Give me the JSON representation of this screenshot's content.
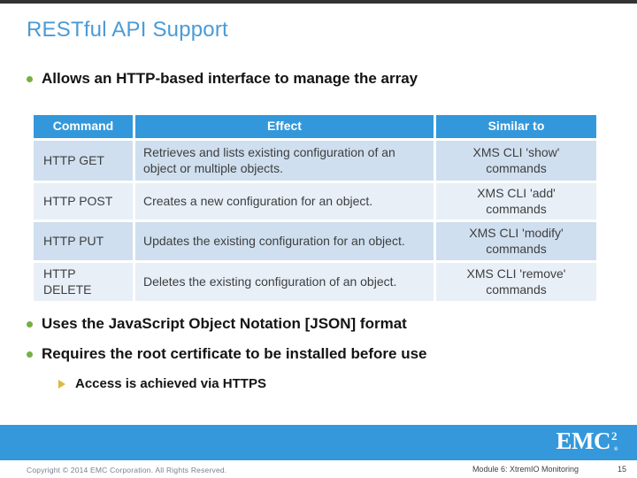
{
  "title": "RESTful API Support",
  "bullets": {
    "b1": "Allows an HTTP-based interface to manage the array",
    "b2": "Uses the JavaScript Object Notation [JSON] format",
    "b3": "Requires the root certificate to be installed before use",
    "sub1": "Access is achieved via HTTPS"
  },
  "table": {
    "headers": [
      "Command",
      "Effect",
      "Similar to"
    ],
    "rows": [
      {
        "command": "HTTP GET",
        "effect": "Retrieves and lists existing configuration of an object or multiple objects.",
        "similar_to": "XMS CLI 'show' commands"
      },
      {
        "command": "HTTP POST",
        "effect": "Creates a new configuration for an object.",
        "similar_to": "XMS CLI 'add' commands"
      },
      {
        "command": "HTTP PUT",
        "effect": "Updates the existing configuration for an object.",
        "similar_to": "XMS CLI 'modify' commands"
      },
      {
        "command": "HTTP DELETE",
        "effect": "Deletes the existing configuration of an object.",
        "similar_to": "XMS CLI 'remove' commands"
      }
    ]
  },
  "footer": {
    "copyright": "Copyright © 2014 EMC Corporation. All Rights Reserved.",
    "module": "Module 6: XtremIO Monitoring",
    "page_number": "15",
    "logo_text": "EMC",
    "logo_sup": "2",
    "logo_reg": "®"
  },
  "colors": {
    "title_blue": "#4a9bd5",
    "table_header_blue": "#3398db",
    "footer_band_blue": "#3498db",
    "row_light_blue": "#cfdfef",
    "row_lighter_blue": "#e8eff7",
    "bullet_green": "#76b043",
    "sub_bullet_gold": "#dfb83e"
  }
}
